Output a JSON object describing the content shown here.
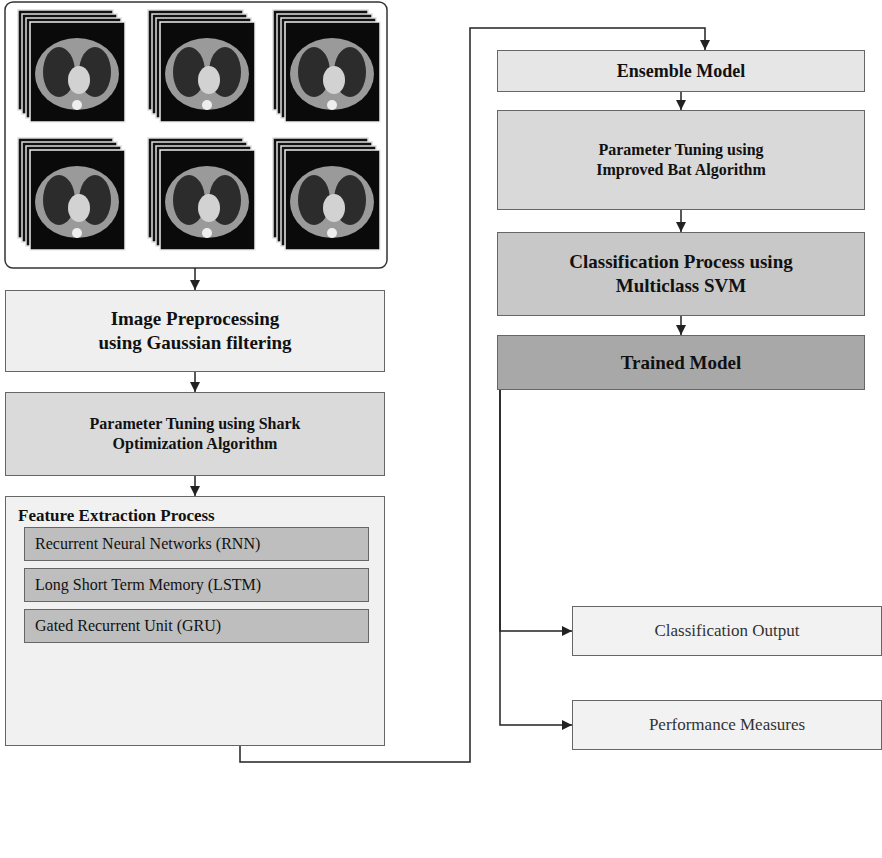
{
  "diagram": {
    "nodes": [
      {
        "text": [
          "Image Preprocessing using Gaussian filtering"
        ]
      },
      {
        "text": [
          "Parameter Tuning using Shark Optimization Algorithm"
        ]
      },
      {
        "text": [
          "Feature Extraction Process"
        ]
      },
      {
        "text": [
          "Recurrent Neural Networks (RNN)"
        ],
        "in": 2
      },
      {
        "text": [
          "Long Short Term Memory (LSTM)"
        ],
        "in": 2
      },
      {
        "text": [
          "Gated Recurrent Unit (GRU)"
        ],
        "in": 2
      },
      {
        "text": [
          "Ensemble Model"
        ]
      },
      {
        "text": [
          "Parameter Tuning using Improved Bat Algorithm"
        ]
      },
      {
        "text": [
          "Classification Process using Multiclass SVM"
        ]
      },
      {
        "text": [
          "Trained Model"
        ]
      },
      {
        "text": [
          "Classification Output"
        ]
      },
      {
        "text": [
          "Performance Measures"
        ]
      }
    ],
    "edges": [
      {
        "from": 0,
        "to": 1,
        "arrow": "to"
      },
      {
        "from": 1,
        "to": 2,
        "arrow": "to"
      },
      {
        "from": 2,
        "to": 6,
        "arrow": "to"
      },
      {
        "from": 6,
        "to": 7,
        "arrow": "to"
      },
      {
        "from": 7,
        "to": 8,
        "arrow": "to"
      },
      {
        "from": 8,
        "to": 9,
        "arrow": "to"
      },
      {
        "from": 9,
        "to": 10,
        "arrow": "to"
      },
      {
        "from": 9,
        "to": 11,
        "arrow": "to"
      }
    ]
  }
}
